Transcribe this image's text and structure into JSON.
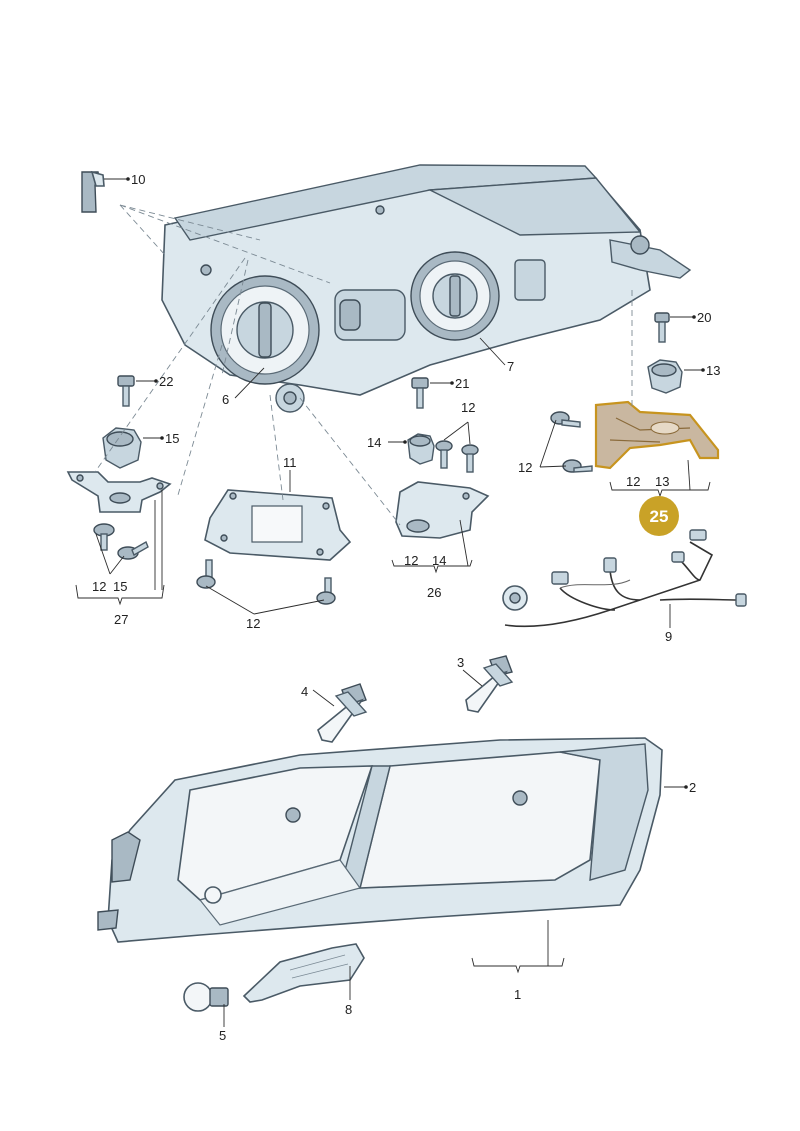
{
  "labels": {
    "p1": "1",
    "p2": "2",
    "p3": "3",
    "p4": "4",
    "p5": "5",
    "p6": "6",
    "p7": "7",
    "p8": "8",
    "p9": "9",
    "p10": "10",
    "p11": "11",
    "p12a": "12",
    "p12b": "12",
    "p12c": "12",
    "p13": "13",
    "p14": "14",
    "p15": "15",
    "p20": "20",
    "p21": "21",
    "p22": "22",
    "p12_bracket_upper": "12",
    "p12_bracket_lower": "12",
    "sub_12_13_a": "12",
    "sub_12_13_b": "13",
    "sub_12_14_a": "12",
    "sub_12_14_b": "14",
    "sub_12_15_a": "12",
    "sub_12_15_b": "15",
    "p26": "26",
    "p27": "27"
  },
  "badge": "25",
  "colors": {
    "highlight": "#c7941f",
    "badge": "#c9a227",
    "part": "#dde8ee"
  }
}
